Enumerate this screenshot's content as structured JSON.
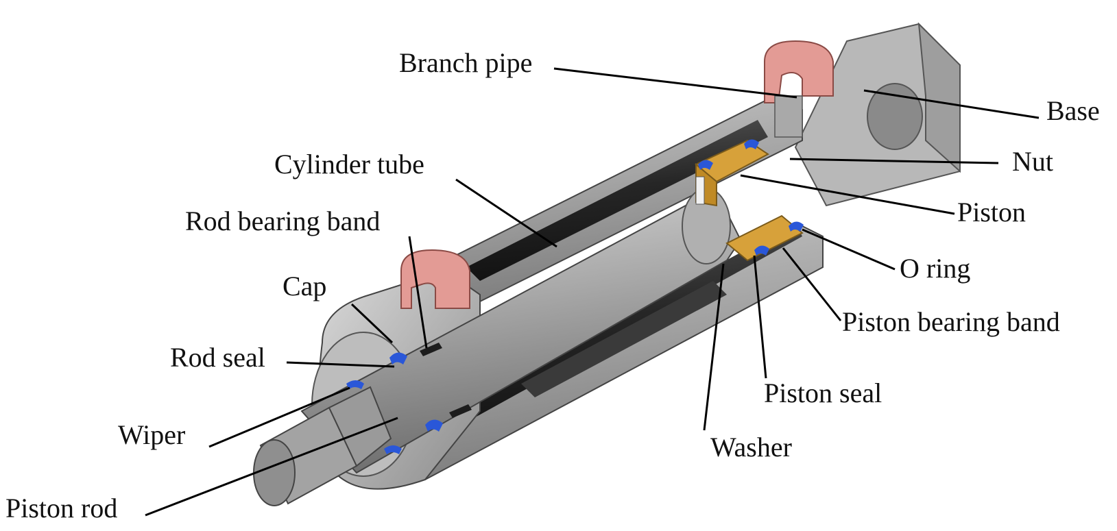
{
  "labels": {
    "branch_pipe": "Branch pipe",
    "base": "Base",
    "cylinder_tube": "Cylinder tube",
    "nut": "Nut",
    "rod_bearing_band": "Rod bearing band",
    "piston": "Piston",
    "o_ring": "O ring",
    "cap": "Cap",
    "piston_bearing_band": "Piston bearing band",
    "rod_seal": "Rod seal",
    "piston_seal": "Piston seal",
    "wiper": "Wiper",
    "washer": "Washer",
    "piston_rod": "Piston rod"
  },
  "colors": {
    "seal_blue": "#2a57d8",
    "piston_gold": "#d7a13a",
    "pipe_pink": "#e39b95",
    "steel": "#9a9a9a",
    "tube_dark": "#2b2b2b",
    "leader": "#000000"
  }
}
